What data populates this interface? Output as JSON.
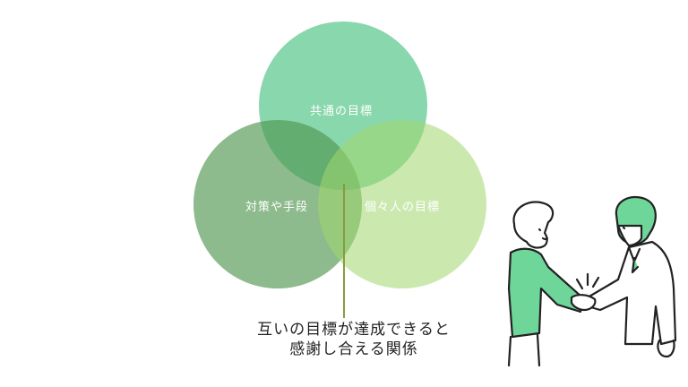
{
  "diagram": {
    "type": "venn",
    "circles": [
      {
        "id": "top",
        "label": "共通の目標",
        "color": "#8ad8b0"
      },
      {
        "id": "left",
        "label": "対策や手段",
        "color": "#8cbb8c"
      },
      {
        "id": "right",
        "label": "個々人の目標",
        "color": "#cfe8b0"
      }
    ],
    "caption": {
      "line1": "互いの目標が達成できると",
      "line2": "感謝し合える関係"
    },
    "accent_color": "#6fd69a"
  }
}
